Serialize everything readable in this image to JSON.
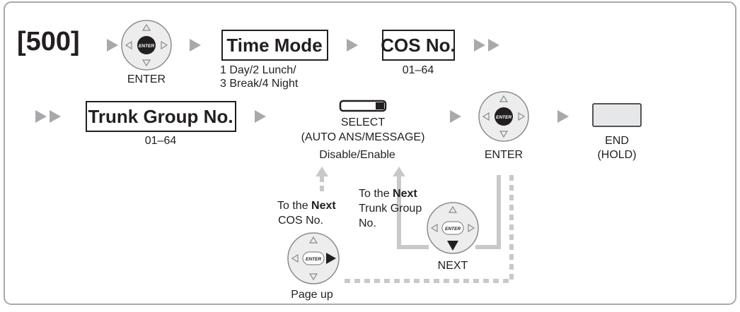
{
  "program": "[500]",
  "labels": {
    "enter_1": "ENTER",
    "time_mode_box": "Time Mode",
    "time_mode_line1": "1 Day/2 Lunch/",
    "time_mode_line2": "3 Break/4 Night",
    "cos_box": "COS No.",
    "cos_range": "01–64",
    "trunk_box": "Trunk Group No.",
    "trunk_range": "01–64",
    "select_line1": "SELECT",
    "select_line2": "(AUTO ANS/MESSAGE)",
    "select_line3": "Disable/Enable",
    "enter_2": "ENTER",
    "end_line1": "END",
    "end_line2": "(HOLD)",
    "next_cos_prefix": "To the ",
    "next_cos_bold": "Next",
    "next_cos_line2": "COS No.",
    "next_trunk_prefix": "To the ",
    "next_trunk_bold": "Next",
    "next_trunk_line2": "Trunk Group",
    "next_trunk_line3": "No.",
    "next_label": "NEXT",
    "page_up": "Page up",
    "enter_key_text": "ENTER"
  },
  "colors": {
    "border": "#a7a9ac",
    "arrow": "#a7a9ac",
    "flow_gray": "#c8c9cb",
    "key_fill": "#231f20",
    "pad_fill": "#ededed",
    "button_fill": "#e6e7e8"
  }
}
